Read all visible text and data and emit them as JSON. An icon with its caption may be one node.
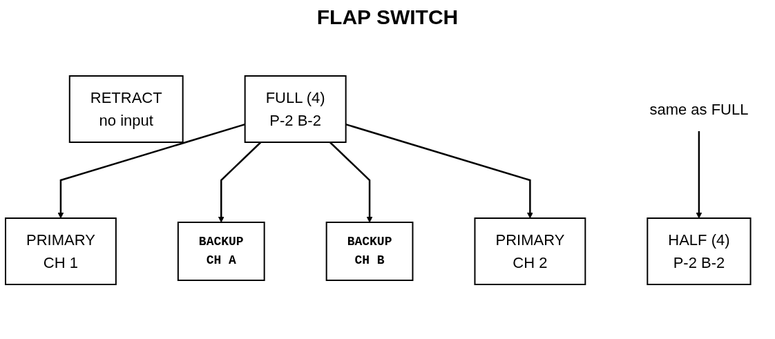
{
  "diagram": {
    "title": "FLAP SWITCH",
    "nodes": [
      {
        "text": [
          "RETRACT",
          "no input"
        ]
      },
      {
        "text": [
          "FULL (4)",
          "P-2 B-2"
        ]
      },
      {
        "text": [
          "HALF (4)",
          "P-2 B-2"
        ]
      },
      {
        "text": [
          "same as FULL"
        ]
      },
      {
        "text": [
          "PRIMARY",
          "CH 1"
        ]
      },
      {
        "text": [
          "BACKUP",
          "CH A"
        ]
      },
      {
        "text": [
          "BACKUP",
          "CH B"
        ]
      },
      {
        "text": [
          "PRIMARY",
          "CH 2"
        ]
      }
    ],
    "edges": [
      {
        "from": 1,
        "to": 4,
        "arrow": "to"
      },
      {
        "from": 1,
        "to": 5,
        "arrow": "to"
      },
      {
        "from": 1,
        "to": 6,
        "arrow": "to"
      },
      {
        "from": 1,
        "to": 7,
        "arrow": "to"
      },
      {
        "from": 3,
        "to": 2,
        "arrow": "to"
      }
    ]
  }
}
